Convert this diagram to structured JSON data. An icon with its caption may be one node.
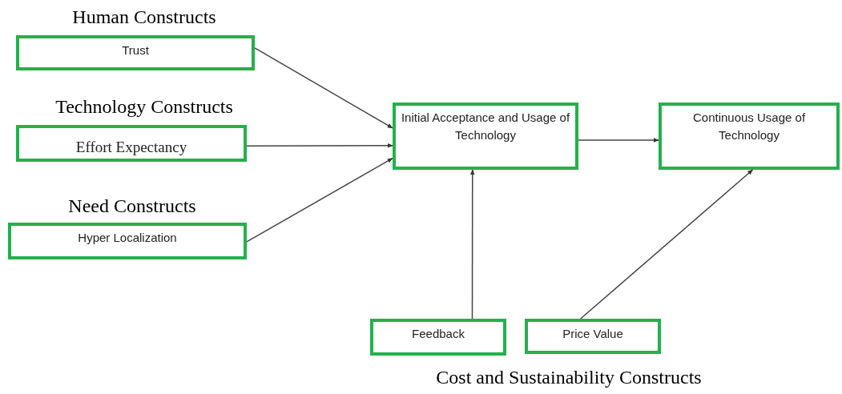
{
  "diagram": {
    "nodes": [
      {
        "text": [
          "Trust"
        ]
      },
      {
        "text": [
          "Effort Expectancy"
        ]
      },
      {
        "text": [
          "Hyper Localization"
        ]
      },
      {
        "text": [
          "Initial Acceptance and Usage of Technology"
        ]
      },
      {
        "text": [
          "Continuous Usage of Technology"
        ]
      },
      {
        "text": [
          "Feedback"
        ]
      },
      {
        "text": [
          "Price Value"
        ]
      }
    ],
    "edges": [
      {
        "from": 0,
        "to": 3,
        "arrow": "to"
      },
      {
        "from": 1,
        "to": 3,
        "arrow": "to"
      },
      {
        "from": 2,
        "to": 3,
        "arrow": "to"
      },
      {
        "from": 3,
        "to": 4,
        "arrow": "to"
      },
      {
        "from": 5,
        "to": 3,
        "arrow": "to"
      },
      {
        "from": 6,
        "to": 4,
        "arrow": "to"
      }
    ],
    "labels": [
      "Human Constructs",
      "Technology Constructs",
      "Need Constructs",
      "Cost and Sustainability Constructs"
    ]
  }
}
